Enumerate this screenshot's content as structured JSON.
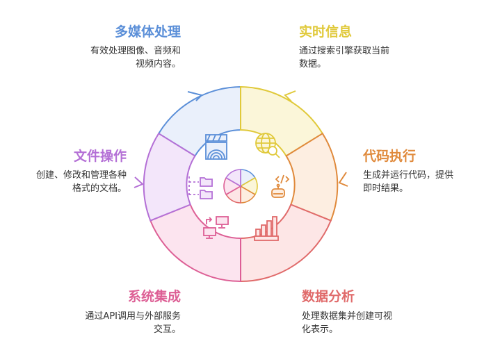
{
  "colors": {
    "blue": "#5b8fd8",
    "yellow": "#e0c93a",
    "orange": "#e08a3c",
    "red": "#e06a6a",
    "pink": "#dd5f95",
    "purple": "#b470d6"
  },
  "sections": [
    {
      "id": "multimedia",
      "title": "多媒体处理",
      "desc_line1": "有效处理图像、音频和",
      "desc_line2": "视频内容。",
      "color": "#5b8fd8",
      "icon": "video-clapper-icon"
    },
    {
      "id": "realtime",
      "title": "实时信息",
      "desc_line1": "通过搜索引擎获取当前",
      "desc_line2": "数据。",
      "color": "#e0c93a",
      "icon": "globe-search-icon"
    },
    {
      "id": "code",
      "title": "代码执行",
      "desc_line1": "生成并运行代码，提供",
      "desc_line2": "即时结果。",
      "color": "#e08a3c",
      "icon": "code-robot-icon"
    },
    {
      "id": "data",
      "title": "数据分析",
      "desc_line1": "处理数据集并创建可视",
      "desc_line2": "化表示。",
      "color": "#e06a6a",
      "icon": "bar-chart-icon"
    },
    {
      "id": "system",
      "title": "系统集成",
      "desc_line1": "通过API调用与外部服务",
      "desc_line2": "交互。",
      "color": "#dd5f95",
      "icon": "computers-sync-icon"
    },
    {
      "id": "file",
      "title": "文件操作",
      "desc_line1": "创建、修改和管理各种",
      "desc_line2": "格式的文档。",
      "color": "#b470d6",
      "icon": "folder-tree-icon"
    }
  ]
}
